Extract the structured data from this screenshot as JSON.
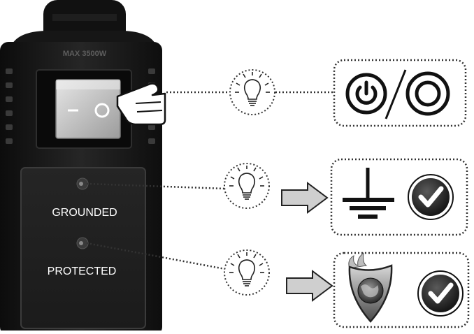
{
  "device": {
    "rating_label": "MAX 3500W",
    "switch_on_symbol": "I",
    "switch_off_symbol": "O",
    "indicator_grounded_label": "GROUNDED",
    "indicator_protected_label": "PROTECTED"
  },
  "icons": {
    "power_standby": "power-standby-icon",
    "power_off": "power-off-icon",
    "ground": "ground-symbol-icon",
    "check": "check-mark-icon",
    "shield": "shield-globe-icon",
    "bulb": "light-bulb-icon",
    "hand": "pointing-hand-icon",
    "arrow": "arrow-right-icon"
  },
  "colors": {
    "device_body": "#1a1a1a",
    "switch_face": "#c9c9c9",
    "line_dots": "#333333",
    "check_fill": "#222222"
  }
}
